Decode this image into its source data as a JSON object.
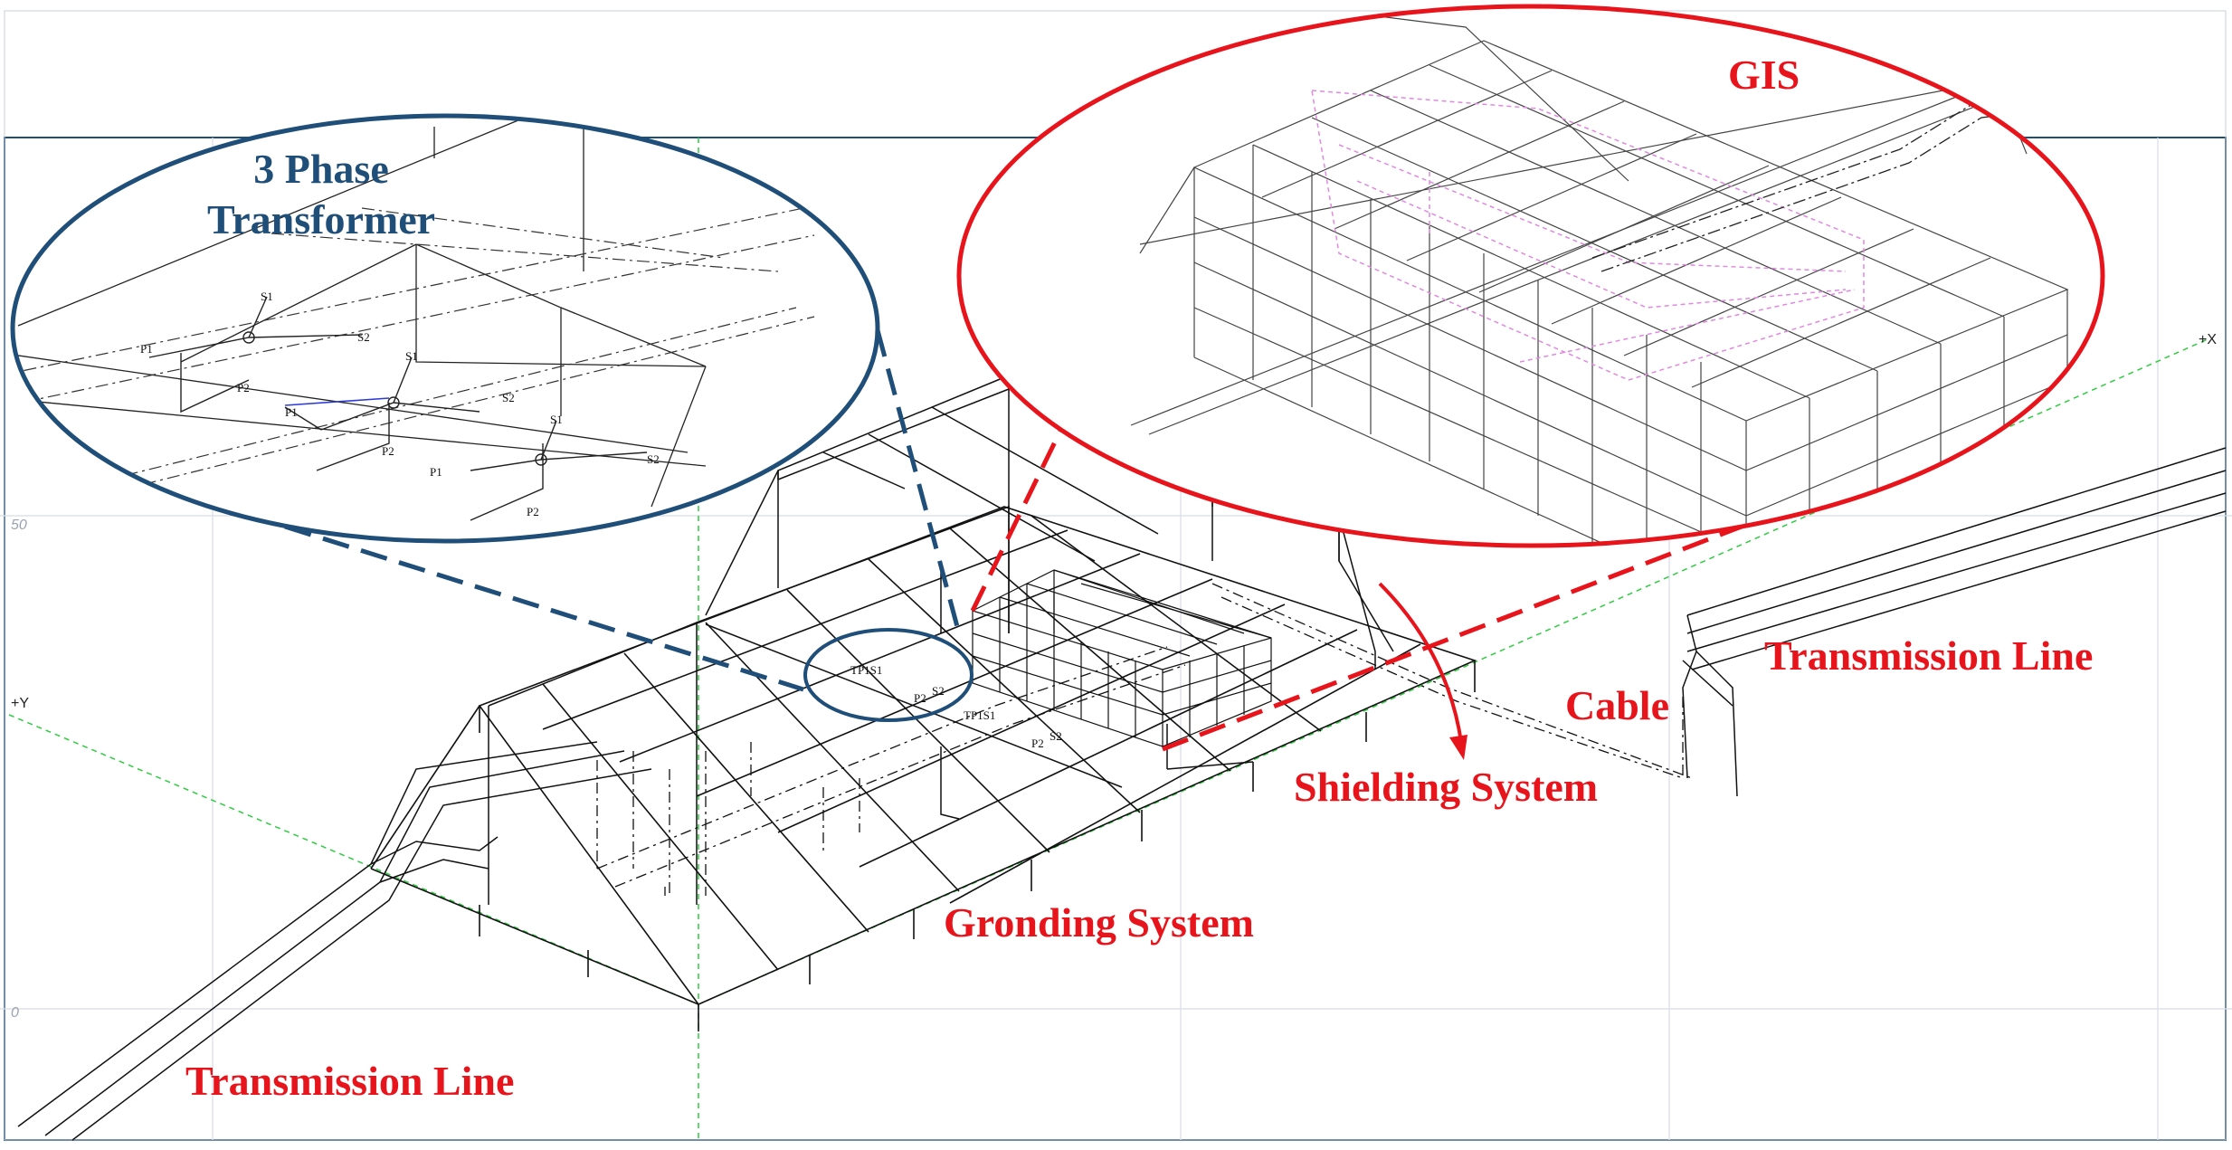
{
  "labels": {
    "transformer_line1": "3 Phase",
    "transformer_line2": "Transformer",
    "gis": "GIS",
    "transmission_line_right": "Transmission Line",
    "cable": "Cable",
    "shielding_system": "Shielding System",
    "grounding_system": "Gronding System",
    "transmission_line_left": "Transmission Line"
  },
  "axes": {
    "x_axis": "+X",
    "y_axis": "+Y",
    "tick_50": "50",
    "tick_0": "0"
  },
  "terminals": {
    "s1": "S1",
    "s2": "S2",
    "p1": "P1",
    "p2": "P2",
    "cluster_a": "TP1S1",
    "cluster_b": "P2",
    "cluster_c": "S2"
  },
  "colors": {
    "red": "#e8141c",
    "blue": "#1f4e79",
    "guide": "#2ecc40",
    "grid": "#d7dde6",
    "wire": "#111111",
    "pink": "#e089e0"
  }
}
